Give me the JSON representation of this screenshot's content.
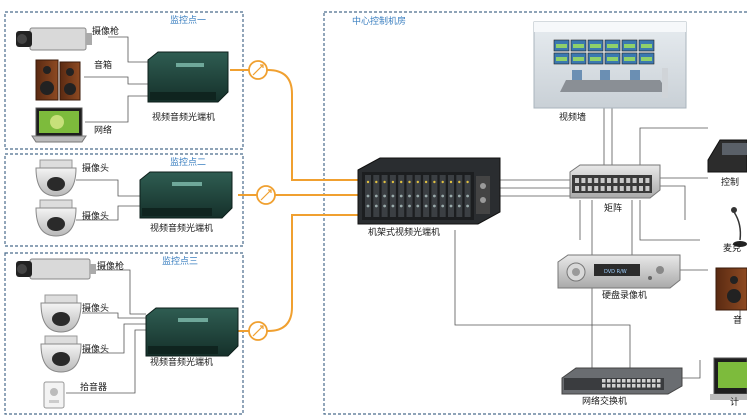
{
  "panels": {
    "site1_title": "监控点一",
    "site2_title": "监控点二",
    "site3_title": "监控点三",
    "center_title": "中心控制机房"
  },
  "devices": {
    "site1_camera": "摄像枪",
    "site1_speaker": "音箱",
    "site1_network": "网络",
    "site1_transceiver": "视频音频光端机",
    "site2_camera_a": "摄像头",
    "site2_camera_b": "摄像头",
    "site2_transceiver": "视频音频光端机",
    "site3_camera": "摄像枪",
    "site3_dome_a": "摄像头",
    "site3_dome_b": "摄像头",
    "site3_pickup": "拾音器",
    "site3_transceiver": "视频音频光端机",
    "rack_transceiver": "机架式视频光端机",
    "video_wall": "视频墙",
    "matrix": "矩阵",
    "dvr": "硬盘录像机",
    "switch": "网络交换机",
    "controller": "控制",
    "microphone": "麦克",
    "speaker_right": "音",
    "computer": "计"
  },
  "equipment_text": {
    "dvr_badge": "DVD R/W"
  },
  "colors": {
    "fiber": "#f0a030",
    "cable": "#555555",
    "panel_border": "#4a6c8c",
    "title": "#3a7fc0"
  }
}
